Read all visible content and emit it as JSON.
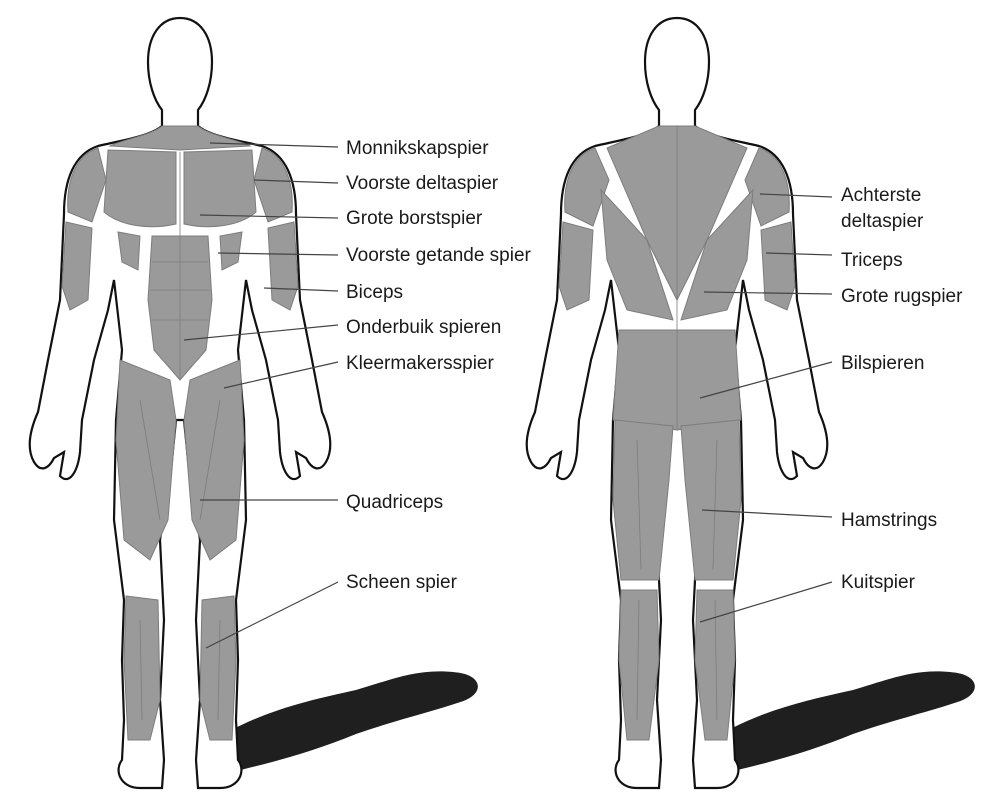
{
  "colors": {
    "muscle": "#9a9a9a",
    "muscle_dark": "#7d7d7d",
    "outline": "#111111",
    "skin": "#ffffff",
    "shadow": "#1f1f1f",
    "leader": "#444444"
  },
  "front_labels": [
    {
      "text": "Monnikskapspier"
    },
    {
      "text": "Voorste deltaspier"
    },
    {
      "text": "Grote borstspier"
    },
    {
      "text": "Voorste getande spier"
    },
    {
      "text": "Biceps"
    },
    {
      "text": "Onderbuik spieren"
    },
    {
      "text": "Kleermakersspier"
    },
    {
      "text": "Quadriceps"
    },
    {
      "text": "Scheen spier"
    }
  ],
  "back_labels": [
    {
      "text": "Achterste deltaspier"
    },
    {
      "text": "Triceps"
    },
    {
      "text": "Grote rugspier"
    },
    {
      "text": "Bilspieren"
    },
    {
      "text": "Hamstrings"
    },
    {
      "text": "Kuitspier"
    }
  ]
}
